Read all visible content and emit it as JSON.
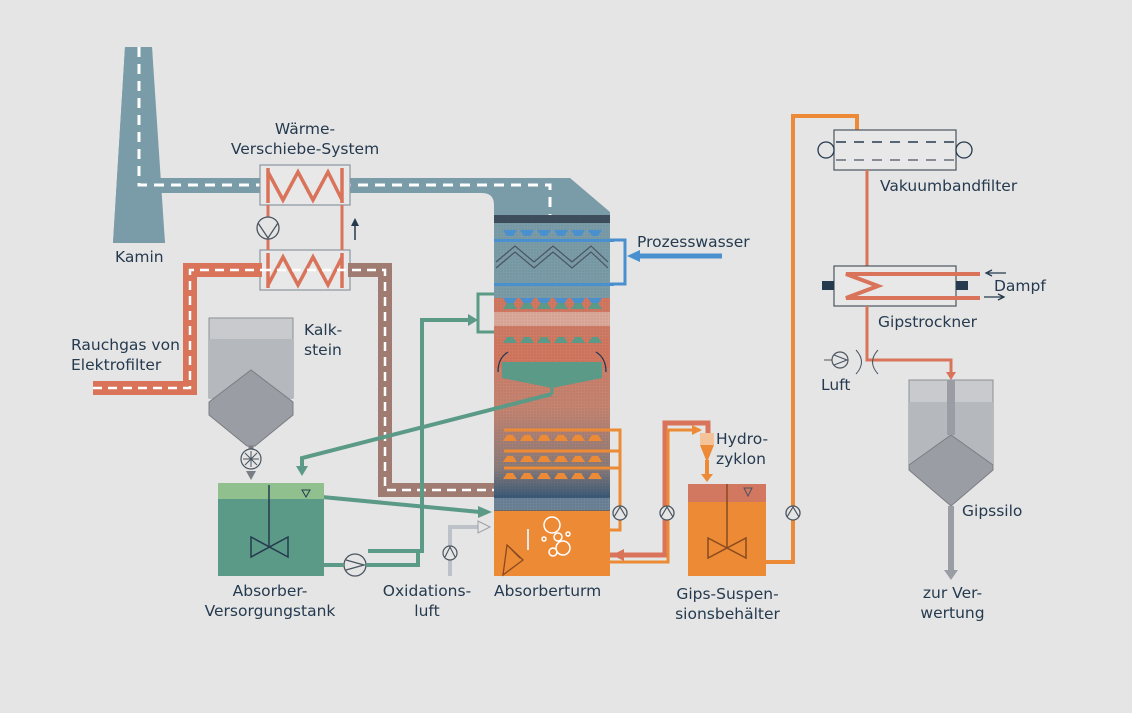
{
  "diagram": {
    "title": "Rauchgasentschwefelung (REA) – Kalkstein-Nasswäsche",
    "labels": {
      "kamin": "Kamin",
      "waerme_line1": "Wärme-",
      "waerme_line2": "Verschiebe-System",
      "rauchgas_line1": "Rauchgas von",
      "rauchgas_line2": "Elektrofilter",
      "kalk_line1": "Kalk-",
      "kalk_line2": "stein",
      "prozesswasser": "Prozesswasser",
      "absorber_tank_line1": "Absorber-",
      "absorber_tank_line2": "Versorgungstank",
      "oxidation_line1": "Oxidations-",
      "oxidation_line2": "luft",
      "absorberturm": "Absorberturm",
      "hydro_line1": "Hydro-",
      "hydro_line2": "zyklon",
      "gips_susp_line1": "Gips-Suspen-",
      "gips_susp_line2": "sionsbehälter",
      "vakuum": "Vakuumbandfilter",
      "dampf": "Dampf",
      "gipstrockner": "Gipstrockner",
      "luft": "Luft",
      "gipssilo": "Gipssilo",
      "verwertung_line1": "zur Ver-",
      "verwertung_line2": "wertung"
    },
    "colors": {
      "background": "#e5e5e5",
      "clean_gas": "#7a9ba8",
      "raw_gas": "#d9735a",
      "cooled_gas": "#a07b72",
      "process_water": "#4a8fce",
      "limestone_slurry": "#5b9a86",
      "gypsum_slurry": "#ec8a35",
      "silo_gray": "#9a9ea4",
      "text": "#253a4f"
    }
  }
}
